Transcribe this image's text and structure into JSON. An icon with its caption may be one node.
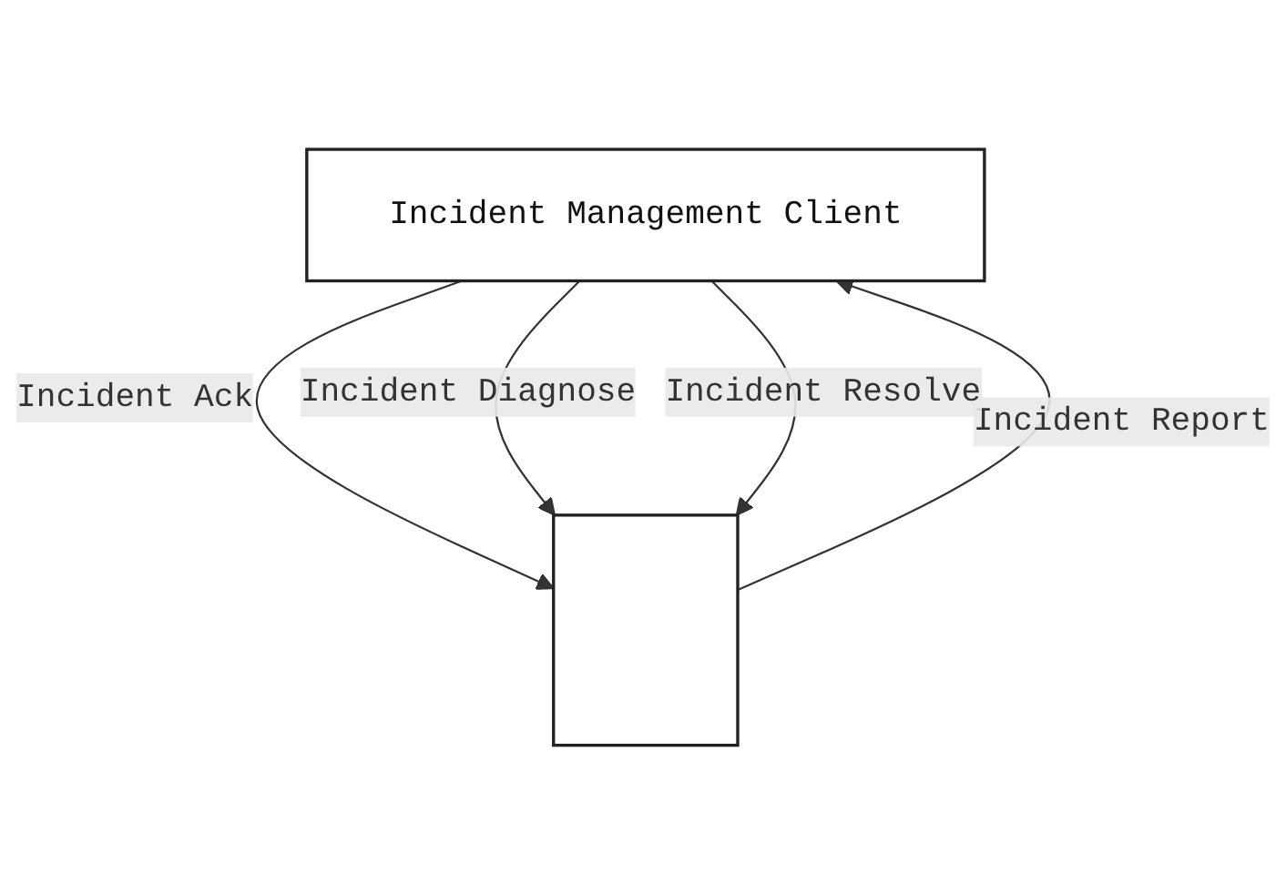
{
  "diagram": {
    "nodes": [
      {
        "text": [
          "Incident Management Client"
        ]
      },
      {
        "text": [],
        "shape": "box"
      }
    ],
    "edges": [
      {
        "from": 1,
        "to": 0,
        "arrow": "to",
        "label": "Incident Report"
      },
      {
        "from": 0,
        "to": 1,
        "arrow": "to",
        "label": "Incident Ack"
      },
      {
        "from": 0,
        "to": 1,
        "arrow": "to",
        "label": "Incident Diagnose"
      },
      {
        "from": 0,
        "to": 1,
        "arrow": "to",
        "label": "Incident Resolve"
      }
    ]
  }
}
